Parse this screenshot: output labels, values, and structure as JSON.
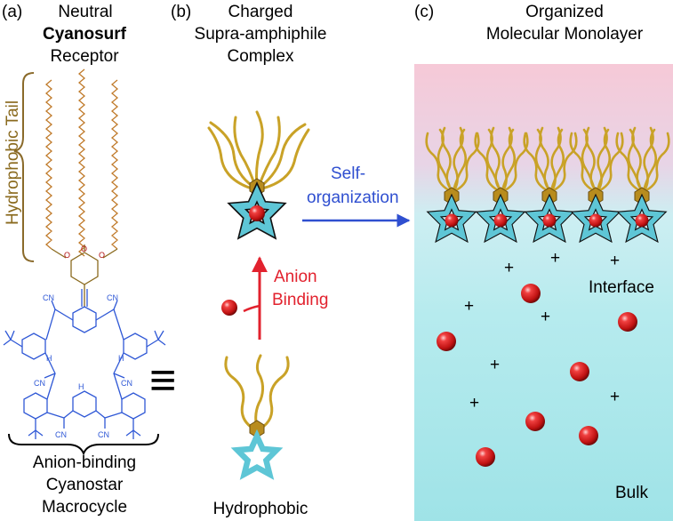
{
  "panel_a": {
    "letter": "(a)",
    "title_line1": "Neutral",
    "title_line2": "Cyanosurf",
    "title_line3": "Receptor",
    "tail_label": "Hydrophobic Tail",
    "macro_line1": "Anion-binding",
    "macro_line2": "Cyanostar",
    "macro_line3": "Macrocycle",
    "equiv_symbol": "≡",
    "cn_label": "CN",
    "o_label": "O",
    "h_label": "H"
  },
  "panel_b": {
    "letter": "(b)",
    "title_line1": "Charged",
    "title_line2": "Supra-amphiphile",
    "title_line3": "Complex",
    "binding_line1": "Anion",
    "binding_line2": "Binding",
    "bottom_label": "Hydrophobic"
  },
  "panel_c": {
    "letter": "(c)",
    "title_line1": "Organized",
    "title_line2": "Molecular Monolayer",
    "arrow_line1": "Self-",
    "arrow_line2": "organization",
    "interface_label": "Interface",
    "bulk_label": "Bulk",
    "plus_sign": "+"
  },
  "colors": {
    "tail_gold": "#c9a227",
    "tail_orange": "#c07a2a",
    "head_gold": "#b88c1e",
    "cyanostar_cyan": "#5ec6d6",
    "cyanostar_blue": "#2f58d6",
    "anion_red": "#d81e1e",
    "arrow_blue": "#2f4fd0",
    "arrow_red": "#e2222e",
    "brace_brown": "#8a6a2a",
    "tail_text": "#8a6a1e",
    "bg_pink": "#f5c8d6",
    "bg_cyan": "#b9ecee"
  }
}
